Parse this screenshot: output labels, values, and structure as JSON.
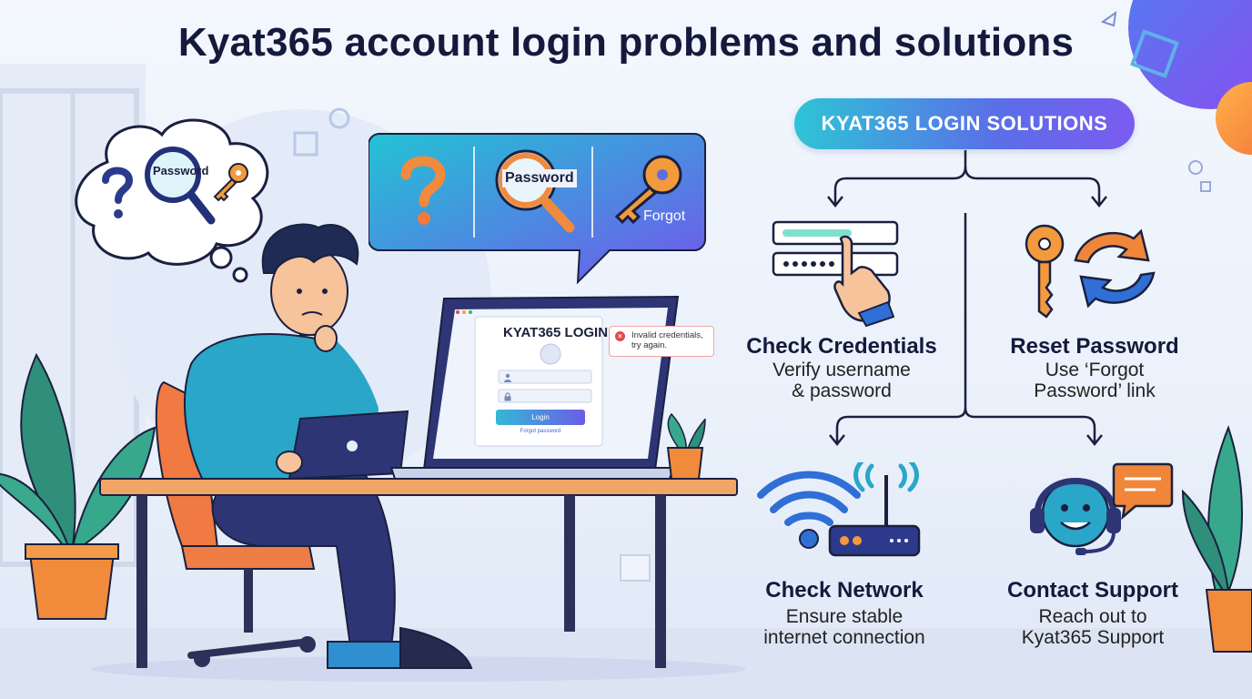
{
  "title": "Kyat365 account login problems and solutions",
  "thought_bubble": {
    "label": "Password"
  },
  "speech_bubble": {
    "password_label": "Password",
    "forgot_label": "Forgot"
  },
  "laptop": {
    "screen_title": "KYAT365 LOGIN",
    "error_line1": "Invalid credentials,",
    "error_line2": "try again.",
    "error_icon": "×",
    "login_button": "Login",
    "forgot_link": "Forgot password"
  },
  "solutions": {
    "header": "KYAT365 LOGIN SOLUTIONS",
    "items": [
      {
        "title": "Check Credentials",
        "desc1": "Verify username",
        "desc2": "& password",
        "icon": "login-form-hand-icon"
      },
      {
        "title": "Reset Password",
        "desc1": "Use ‘Forgot",
        "desc2": "Password’ link",
        "icon": "key-refresh-icon"
      },
      {
        "title": "Check Network",
        "desc1": "Ensure stable",
        "desc2": "internet connection",
        "icon": "wifi-router-icon"
      },
      {
        "title": "Contact Support",
        "desc1": "Reach out to",
        "desc2": "Kyat365 Support",
        "icon": "support-headset-icon"
      }
    ]
  },
  "colors": {
    "title": "#141a3c",
    "accent_cyan": "#2ec4d6",
    "accent_purple": "#7b5cf0",
    "orange": "#f08a3c",
    "error_red": "#e0474c"
  }
}
